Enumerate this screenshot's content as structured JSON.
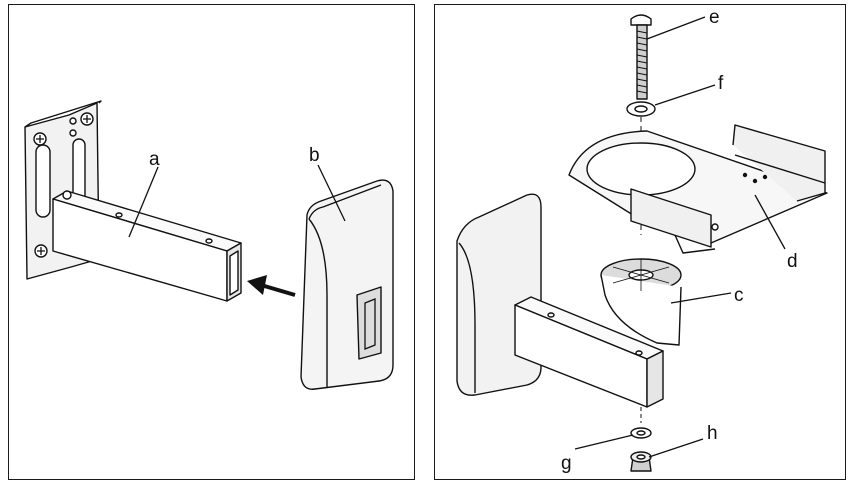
{
  "left_panel": {
    "labels": {
      "a": "a",
      "b": "b"
    }
  },
  "right_panel": {
    "labels": {
      "c": "c",
      "d": "d",
      "e": "e",
      "f": "f",
      "g": "g",
      "h": "h"
    }
  }
}
